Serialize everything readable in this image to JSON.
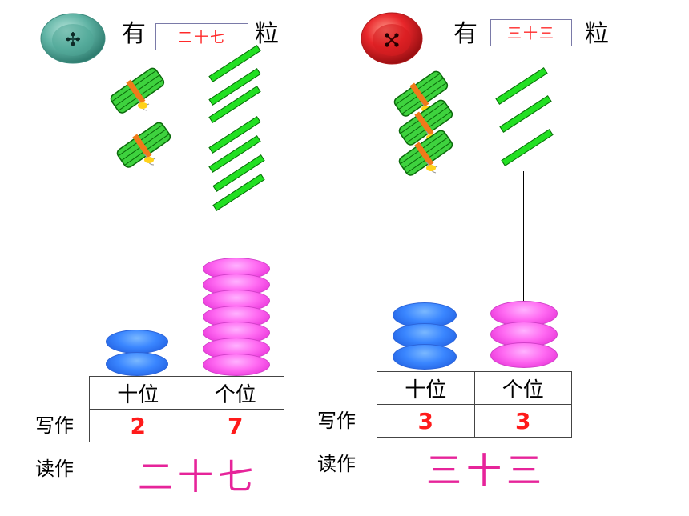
{
  "left": {
    "prefix": "有",
    "answer": "二十七",
    "suffix": "粒",
    "tens": 2,
    "ones": 7,
    "col_tens": "十位",
    "col_ones": "个位",
    "write_label": "写作",
    "digit_tens": "2",
    "digit_ones": "7",
    "read_label": "读作",
    "read_value": "二十七",
    "button_color": "#5fb3a4"
  },
  "right": {
    "prefix": "有",
    "answer": "三十三",
    "suffix": "粒",
    "tens": 3,
    "ones": 3,
    "col_tens": "十位",
    "col_ones": "个位",
    "write_label": "写作",
    "digit_tens": "3",
    "digit_ones": "3",
    "read_label": "读作",
    "read_value": "三十三",
    "button_color": "#e8262a"
  },
  "colors": {
    "answer_text": "#ff2a2a",
    "read_text": "#e6249a",
    "digit_text": "#ff1a1a",
    "stick_green": "#22e022",
    "bead_blue": "#3a86ff",
    "bead_pink": "#ff6af2"
  }
}
